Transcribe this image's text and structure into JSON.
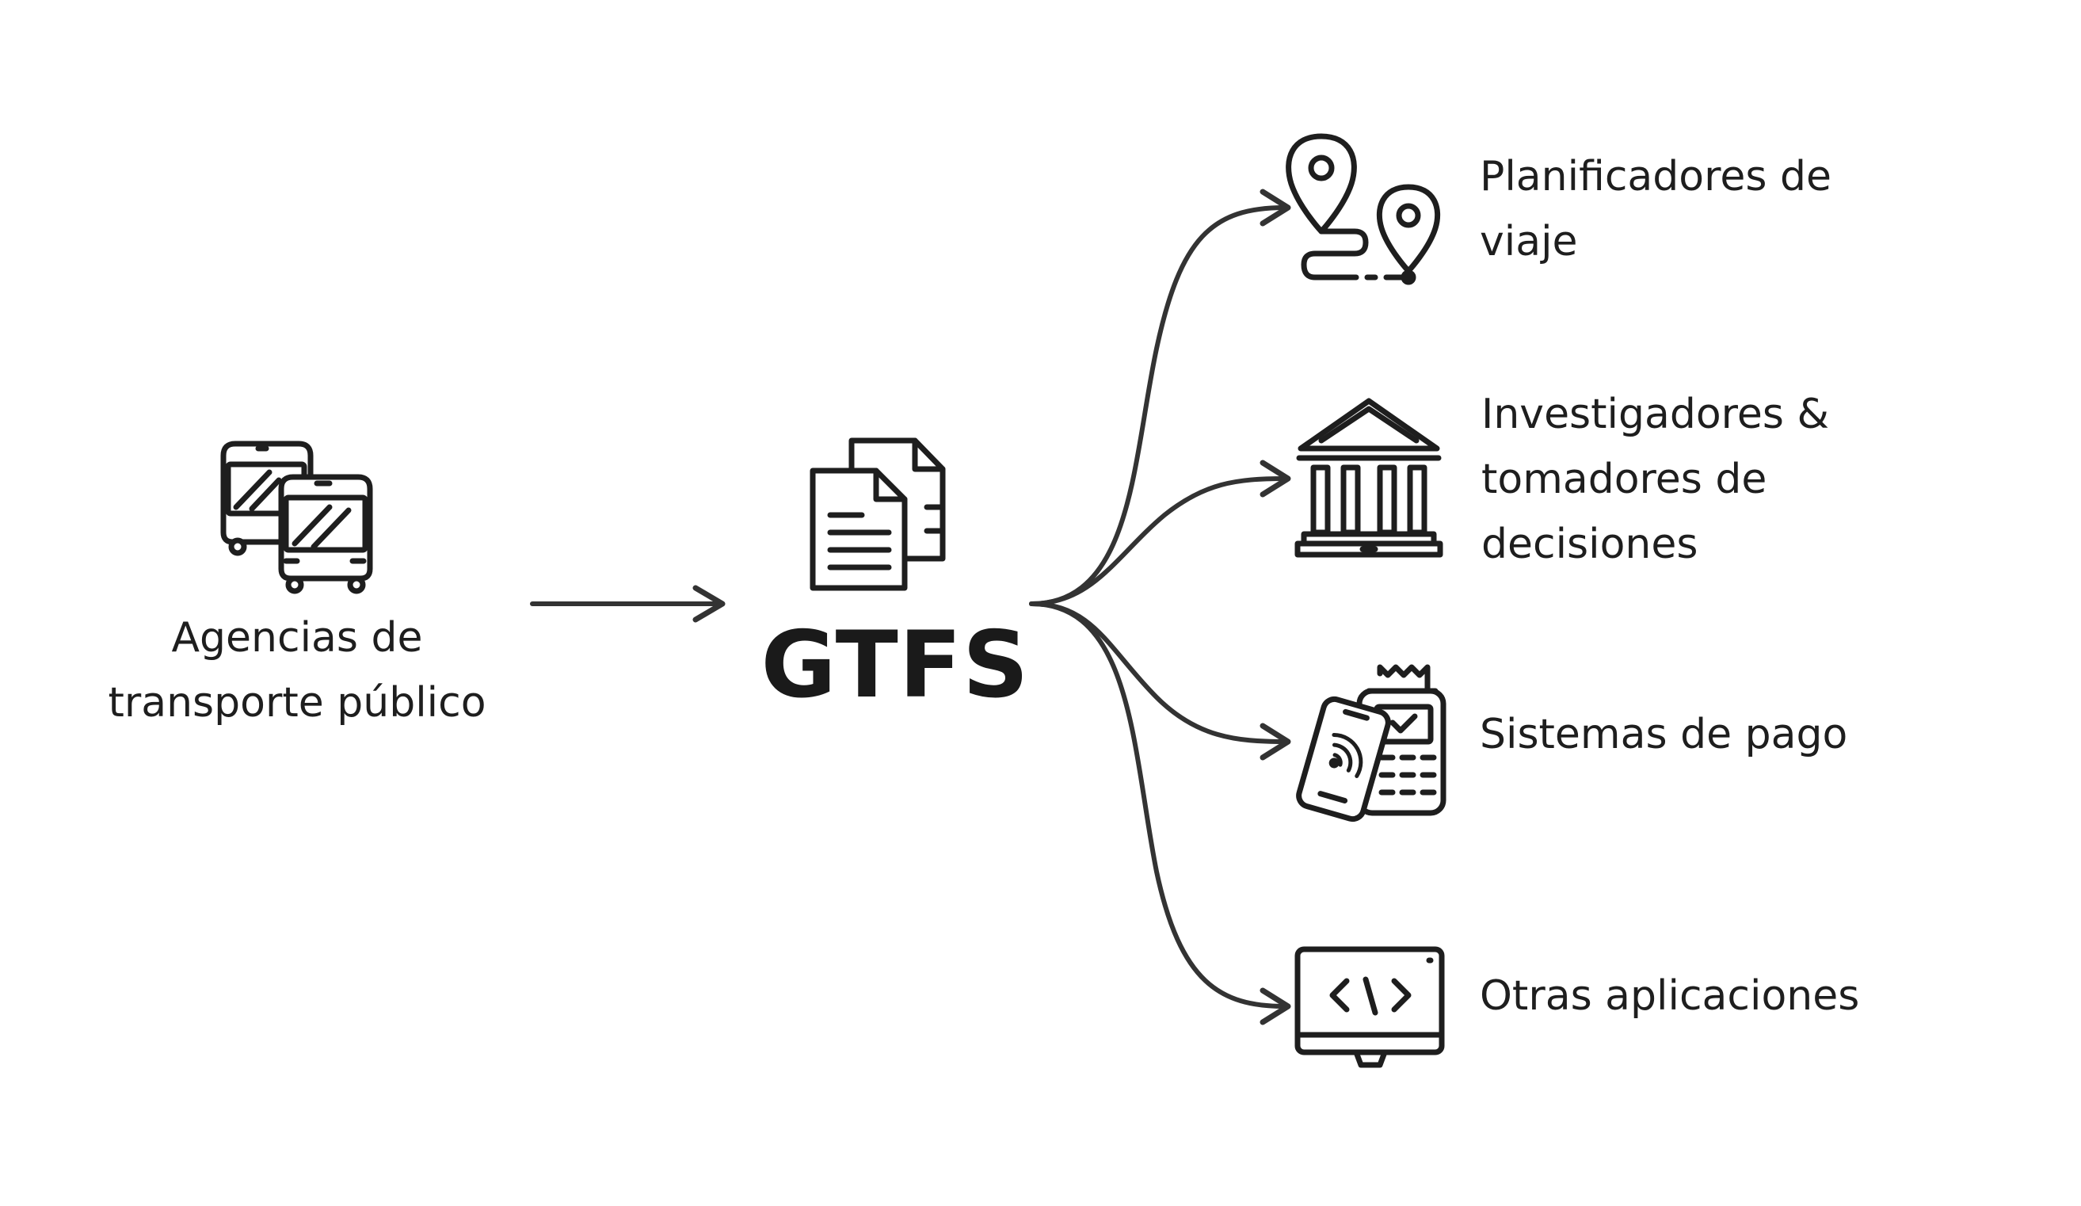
{
  "source": {
    "label_lines": [
      "Agencias de",
      "transporte público"
    ],
    "icon": "buses-icon"
  },
  "hub": {
    "label": "GTFS",
    "icon": "documents-icon"
  },
  "consumers": [
    {
      "label_lines": [
        "Planificadores de",
        "viaje"
      ],
      "icon": "map-route-pins-icon"
    },
    {
      "label_lines": [
        "Investigadores &",
        "tomadores de",
        "decisiones"
      ],
      "icon": "government-building-icon"
    },
    {
      "label_lines": [
        "Sistemas de pago"
      ],
      "icon": "payment-terminal-icon"
    },
    {
      "label_lines": [
        "Otras aplicaciones"
      ],
      "icon": "code-monitor-icon"
    }
  ],
  "colors": {
    "stroke": "#1e1e1e",
    "arrow": "#333333",
    "text": "#1e1e1e"
  }
}
